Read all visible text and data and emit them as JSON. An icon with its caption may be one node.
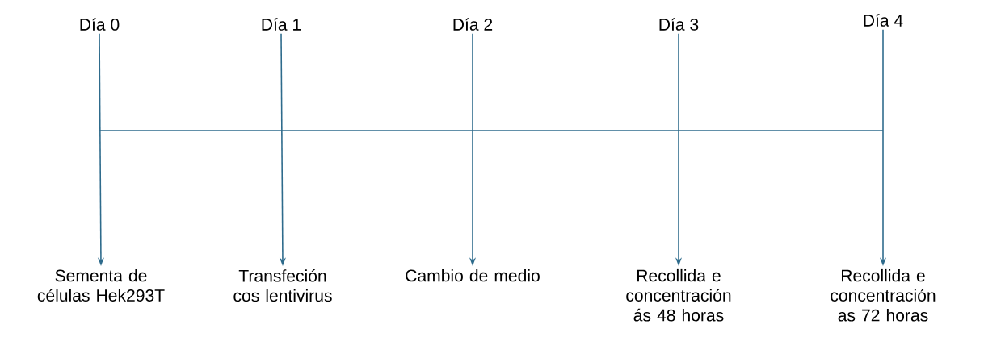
{
  "diagram": {
    "nodes": [
      {
        "text": [
          "Día 0"
        ]
      },
      {
        "text": [
          "Día 1"
        ]
      },
      {
        "text": [
          "Día 2"
        ]
      },
      {
        "text": [
          "Día 3"
        ]
      },
      {
        "text": [
          "Día 4"
        ]
      },
      {
        "text": [
          "Sementa de células Hek293T"
        ]
      },
      {
        "text": [
          "Transfeción cos lentivirus"
        ]
      },
      {
        "text": [
          "Cambio de medio"
        ]
      },
      {
        "text": [
          "Recollida e concentración ás 48 horas"
        ]
      },
      {
        "text": [
          "Recollida e concentración as 72 horas"
        ]
      }
    ],
    "edges": [
      {
        "from": 0,
        "to": 5,
        "arrow": "to"
      },
      {
        "from": 1,
        "to": 6,
        "arrow": "to"
      },
      {
        "from": 2,
        "to": 7,
        "arrow": "to"
      },
      {
        "from": 3,
        "to": 8,
        "arrow": "to"
      },
      {
        "from": 4,
        "to": 9,
        "arrow": "to"
      }
    ]
  }
}
